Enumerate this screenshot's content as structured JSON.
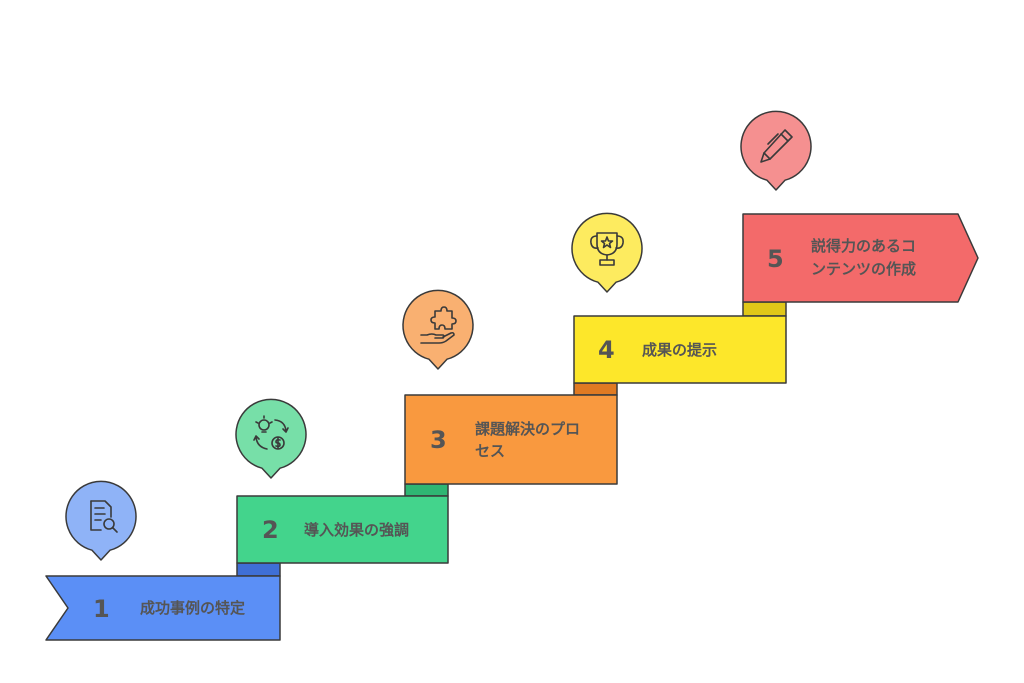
{
  "steps": [
    {
      "number": "1",
      "label_lines": [
        "成功事例の特定"
      ],
      "color": "#5b8ff6",
      "fold_color": "#3f6fd6",
      "pin_color": "#8fb3f7",
      "icon": "document-search-icon"
    },
    {
      "number": "2",
      "label_lines": [
        "導入効果の強調"
      ],
      "color": "#43d48c",
      "fold_color": "#2fb673",
      "pin_color": "#77dfa8",
      "icon": "idea-money-cycle-icon"
    },
    {
      "number": "3",
      "label_lines": [
        "課題解決のプロ",
        "セス"
      ],
      "color": "#f9993f",
      "fold_color": "#e07a22",
      "pin_color": "#f9b071",
      "icon": "hand-puzzle-icon"
    },
    {
      "number": "4",
      "label_lines": [
        "成果の提示"
      ],
      "color": "#fde72a",
      "fold_color": "#e0c718",
      "pin_color": "#fdeb5f",
      "icon": "trophy-icon"
    },
    {
      "number": "5",
      "label_lines": [
        "説得力のあるコ",
        "ンテンツの作成"
      ],
      "color": "#f36a6a",
      "fold_color": "#d64c4c",
      "pin_color": "#f59090",
      "icon": "pen-icon"
    }
  ]
}
